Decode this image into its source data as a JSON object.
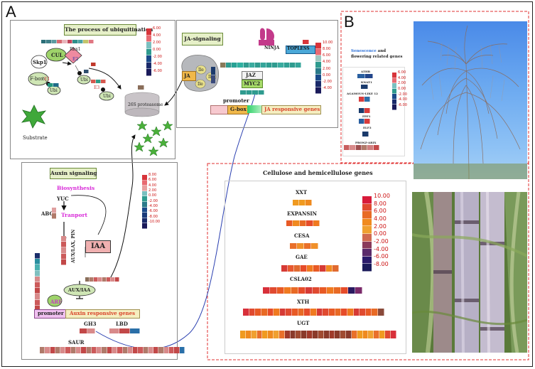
{
  "figure": {
    "panel_a_letter": "A",
    "panel_b_letter": "B"
  },
  "ubiquitination": {
    "title": "The process of ubiquitination",
    "skp1": "Skp1",
    "cul": "CUL",
    "rbx1": "Rbx1",
    "e2": "E2",
    "fbox": "F-box",
    "e1": "E1",
    "ubi": "Ubi",
    "e3": "E3",
    "proteasome": "26S proteasome",
    "substrate": "Substrate",
    "heat_cul": [
      "#2a6e78",
      "#3e7f88",
      "#5b9aa0",
      "#d86a72",
      "#e8b4bb",
      "#c1465b",
      "#2d8f8a",
      "#4aa3a3",
      "#c4c46a",
      "#e07782"
    ],
    "heat_e1": [
      "#22977f",
      "#1f6b88"
    ],
    "heat_e3_1": [
      "#c0392b"
    ],
    "heat_e3": [
      "#d6584f",
      "#2f9b87",
      "#d6584f"
    ],
    "heat_ubi": [
      "#2f4f6e"
    ],
    "heat_26s": [
      "#8a6e5a"
    ],
    "colorbar_ticks": [
      "6.00",
      "4.00",
      "2.00",
      "0.00",
      "-2.00",
      "-4.00",
      "-6.00"
    ]
  },
  "ja": {
    "title": "JA-signaling",
    "ninja": "NINJA",
    "topless": "TOPLESS",
    "ja": "JA",
    "ile": "Ile",
    "jaz": "JAZ",
    "myc2": "MYC2",
    "promoter": "promoter",
    "gbox": "G-box",
    "responsive": "JA responsive genes",
    "heat_jaz": [
      "#8a7a5a",
      "#2f9b8f",
      "#28a295",
      "#2fb0a0",
      "#2f9b8f",
      "#3aab9f",
      "#2f9b8f",
      "#35a59a",
      "#2e9d91",
      "#2f9b8f",
      "#3aab9f",
      "#30a094",
      "#2f9b8f",
      "#35a59a"
    ],
    "heat_ile": [
      "#1b3a6b",
      "#3a4a7a"
    ],
    "heat_myc2": [
      "#2f9b8f",
      "#2f9b8f",
      "#2f9b8f",
      "#2f9b8f"
    ],
    "heat_topless": [
      "#d8363a"
    ],
    "colorbar_ticks": [
      "10.00",
      "8.00",
      "6.00",
      "4.00",
      "2.00",
      "0.00",
      "-2.00",
      "-4.00"
    ]
  },
  "auxin": {
    "title": "Auxin signaling",
    "biosynthesis": "Biosynthesis",
    "yuc": "YUC",
    "abc": "ABC",
    "transport": "Tranport",
    "pin": "AUX/LAX, PIN",
    "iaa": "IAA",
    "auxiaa": "AUX/IAA",
    "arf": "ARF",
    "promoter": "promoter",
    "responsive": "Auxin responsive genes",
    "gh3": "GH3",
    "lbd": "LBD",
    "saur": "SAUR",
    "heat_abc": [
      "#e0a0a0",
      "#b07a6a"
    ],
    "heat_pin": [
      "#d88a8a",
      "#cc5a5a",
      "#d88a8a",
      "#cc5a5a",
      "#c24848"
    ],
    "heat_side": [
      "#1a2e6b",
      "#2a8fa0",
      "#4ab0b0",
      "#7fc0c0",
      "#d88a8a",
      "#cc5a5a",
      "#c24848",
      "#d88a8a",
      "#cc5a5a",
      "#c24848"
    ],
    "heat_auxiaa": [
      "#8a6e5a",
      "#b07a6a",
      "#cc5a5a",
      "#d88a8a",
      "#b07a6a",
      "#cc5a5a",
      "#d88a8a",
      "#c24848"
    ],
    "heat_gh3": [
      "#c24848",
      "#d88a8a"
    ],
    "heat_lbd": [
      "#d88a8a",
      "#c24848",
      "#2a6fa8"
    ],
    "heat_saur": [
      "#b07a6a",
      "#d88a8a",
      "#c24848",
      "#b07a6a",
      "#d88a8a",
      "#cc5a5a",
      "#b07a6a",
      "#d88a8a",
      "#c24848",
      "#b07a6a",
      "#cc5a5a",
      "#d88a8a",
      "#b07a6a",
      "#c24848",
      "#d88a8a",
      "#cc5a5a",
      "#b07a6a",
      "#d88a8a",
      "#c24848",
      "#cc5a5a",
      "#b07a6a",
      "#d88a8a",
      "#c24848",
      "#b07a6a",
      "#d88a8a",
      "#cc5a5a",
      "#c24848",
      "#2a6fa8"
    ],
    "colorbar_ticks": [
      "8.00",
      "6.00",
      "4.00",
      "2.00",
      "0.00",
      "-2.00",
      "-4.00",
      "-6.00",
      "-8.00",
      "-10.00"
    ]
  },
  "senescence": {
    "title_colored": "Senescence",
    "title_rest": " and flowering related genes",
    "genes": [
      "ATHB",
      "KNAT1",
      "AGAMOUS-LIKE 12",
      "FPF1",
      "ELF3",
      "PRONZ-ARIX"
    ],
    "heat_athb": [
      "#2a5fa0",
      "#22458a"
    ],
    "heat_knat1": [
      "#1a3a6b"
    ],
    "heat_aglike12": [
      "#d83c3c",
      "#2f6fa8"
    ],
    "heat_fpf1": [
      "#1a3a6b",
      "#d83c3c"
    ],
    "heat_fpf1b": [
      "#2a5fa0",
      "#d83c3c"
    ],
    "heat_elf3": [
      "#1a3a6b"
    ],
    "heat_pronz": [
      "#c86060",
      "#d88a8a",
      "#a05050",
      "#b07a6a",
      "#d08080",
      "#c24848"
    ],
    "colorbar_ticks": [
      "6.00",
      "4.00",
      "2.00",
      "0.00",
      "-2.00",
      "-4.00",
      "-6.00"
    ]
  },
  "cellulose": {
    "title": "Cellulose and hemicellulose genes",
    "genes": [
      "XXT",
      "EXPANSIN",
      "CESA",
      "GAE",
      "CSLA02",
      "XTH",
      "UGT"
    ],
    "heat_xxt": [
      "#f09a20",
      "#f09a20",
      "#ef8a1f"
    ],
    "heat_expansin": [
      "#e85a25",
      "#f08a20",
      "#e86a25",
      "#e64c2a",
      "#f07a20"
    ],
    "heat_cesa": [
      "#e9702a",
      "#f0902a",
      "#e9702a",
      "#f0902a"
    ],
    "heat_gae": [
      "#d63a35",
      "#e85a30",
      "#e06a30",
      "#e64c2a",
      "#f07a20",
      "#e85a25",
      "#d63a35",
      "#f08a20",
      "#e06a30"
    ],
    "heat_csla02": [
      "#d8303a",
      "#e04a30",
      "#e85a25",
      "#f07a20",
      "#e86a25",
      "#e64c2a",
      "#d63a35",
      "#e04a30",
      "#e85a25",
      "#f07a20",
      "#e86a25",
      "#e64c2a",
      "#2a1a60",
      "#7a2a6a"
    ],
    "heat_xth": [
      "#d8303a",
      "#e04a30",
      "#e85a25",
      "#e86a25",
      "#e64c2a",
      "#f07a20",
      "#d63a35",
      "#e04a30",
      "#e85a25",
      "#e86a25",
      "#e64c2a",
      "#f07a20",
      "#d63a35",
      "#e04a30",
      "#e85a25",
      "#e86a25",
      "#e64c2a",
      "#f07a20",
      "#d63a35",
      "#e04a30",
      "#e85a25",
      "#e86a25",
      "#8a4a3a"
    ],
    "heat_ugt": [
      "#f09a20",
      "#ef8a1f",
      "#f0a030",
      "#e9702a",
      "#f09a20",
      "#ef8a1f",
      "#f0a030",
      "#e9702a",
      "#a03a2a",
      "#8a3a2a",
      "#a04a30",
      "#8a3a2a",
      "#a03a2a",
      "#8a3a2a",
      "#a04a30",
      "#8a3a2a",
      "#a03a2a",
      "#8a3a2a",
      "#a04a30",
      "#8a3a2a",
      "#e9702a",
      "#f09a20",
      "#ef8a1f",
      "#f0a030",
      "#e9702a",
      "#f09a20",
      "#e04a30",
      "#d8303a"
    ],
    "colorbar_ticks": [
      "10.00",
      "8.00",
      "6.00",
      "4.00",
      "2.00",
      "0.00",
      "-2.00",
      "-4.00",
      "-6.00",
      "-8.00"
    ]
  }
}
